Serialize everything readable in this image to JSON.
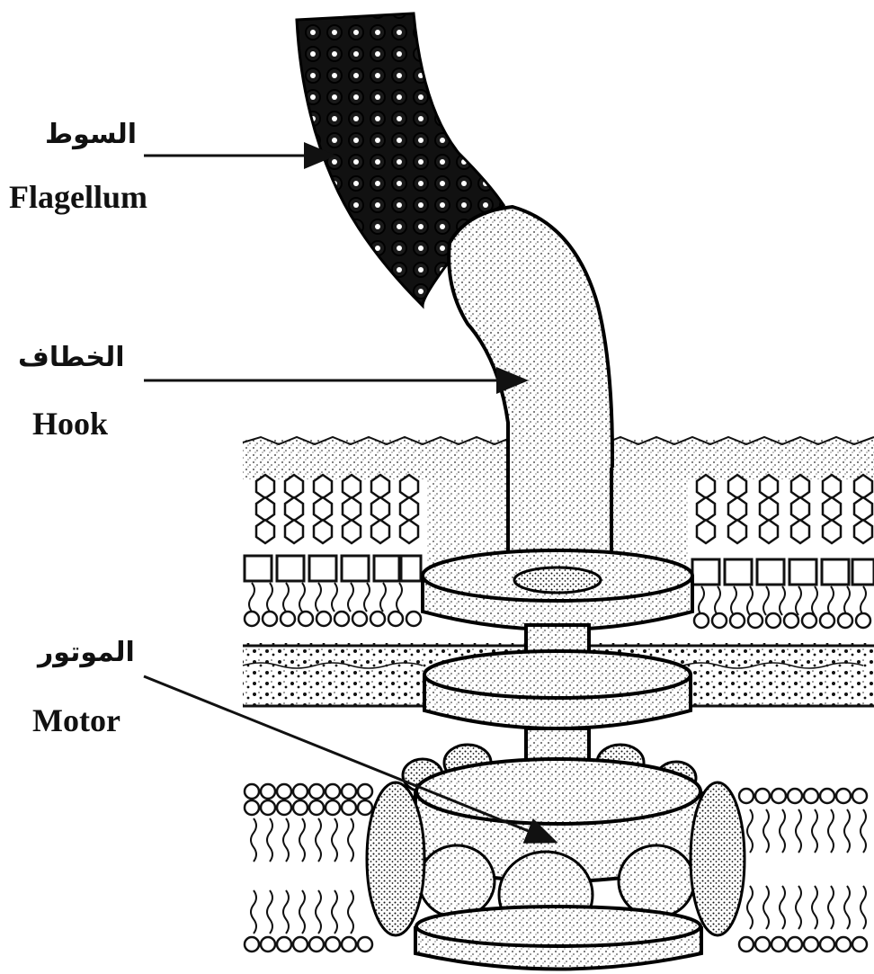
{
  "labels": {
    "flagellum": {
      "ar": "السوط",
      "en": "Flagellum"
    },
    "hook": {
      "ar": "الخطاف",
      "en": "Hook"
    },
    "motor": {
      "ar": "الموتور",
      "en": "Motor"
    }
  },
  "colors": {
    "ink": "#111111",
    "paper": "#ffffff",
    "stipple": "#d9d9d9"
  }
}
